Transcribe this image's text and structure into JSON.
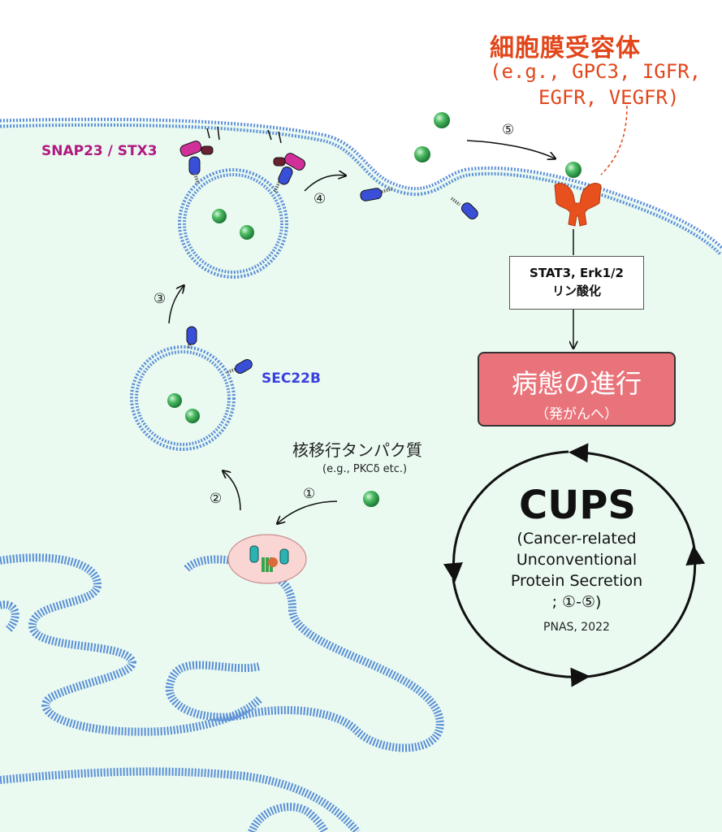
{
  "receptor": {
    "title": "細胞膜受容体",
    "examples_line1": "(e.g., GPC3, IGFR,",
    "examples_line2": "EGFR, VEGFR)"
  },
  "labels": {
    "snap": "SNAP23 / STX3",
    "sec": "SEC22B",
    "nuclear_protein": "核移行タンパク質",
    "nuclear_example": "(e.g., PKCδ etc.)"
  },
  "steps": [
    "①",
    "②",
    "③",
    "④",
    "⑤"
  ],
  "signal_box": {
    "line1": "STAT3, Erk1/2",
    "line2": "リン酸化"
  },
  "disease_box": {
    "title": "病態の進行",
    "subtitle": "（発がんへ）"
  },
  "cups": {
    "title": "CUPS",
    "line1": "(Cancer-related",
    "line2": "Unconventional",
    "line3": "Protein Secretion",
    "line4": "; ①-⑤)",
    "reference": "PNAS, 2022"
  },
  "colors": {
    "cytoplasm": "#eafaf1",
    "membrane": "#5b8fd6",
    "receptor": "#e2461b",
    "disease_box": "#e9737a",
    "snap": "#b0197f",
    "sec": "#3a3fe0",
    "protein": "#3caa55"
  }
}
